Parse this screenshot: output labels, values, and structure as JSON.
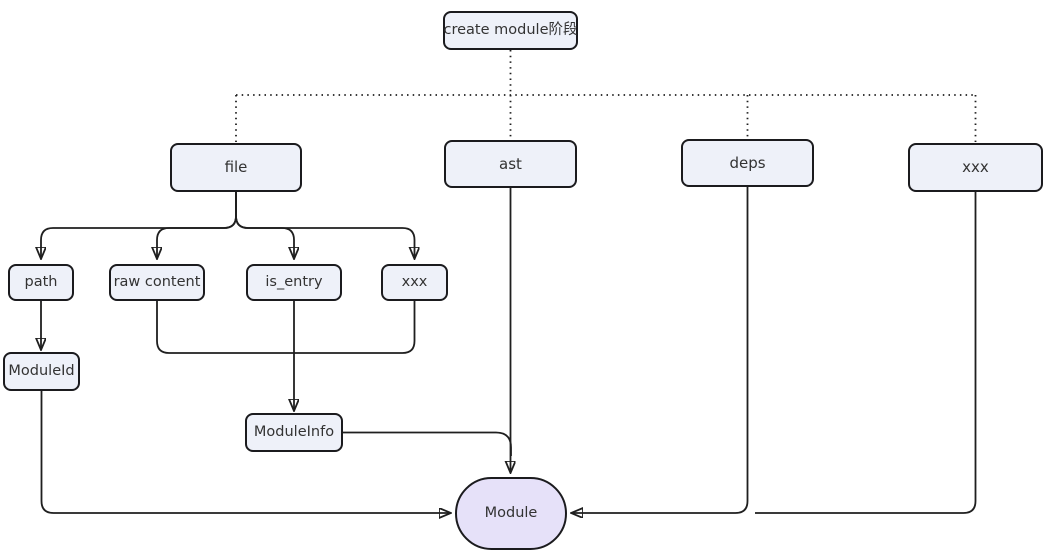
{
  "diagram": {
    "type": "flowchart",
    "direction": "top-down",
    "nodes": [
      {
        "id": "create_module",
        "label": "create module阶段",
        "shape": "rect"
      },
      {
        "id": "file",
        "label": "file",
        "shape": "rect"
      },
      {
        "id": "ast",
        "label": "ast",
        "shape": "rect"
      },
      {
        "id": "deps",
        "label": "deps",
        "shape": "rect"
      },
      {
        "id": "xxx_top",
        "label": "xxx",
        "shape": "rect"
      },
      {
        "id": "path",
        "label": "path",
        "shape": "rect"
      },
      {
        "id": "raw_content",
        "label": "raw content",
        "shape": "rect"
      },
      {
        "id": "is_entry",
        "label": "is_entry",
        "shape": "rect"
      },
      {
        "id": "xxx_child",
        "label": "xxx",
        "shape": "rect"
      },
      {
        "id": "module_id",
        "label": "ModuleId",
        "shape": "rect"
      },
      {
        "id": "module_info",
        "label": "ModuleInfo",
        "shape": "rect"
      },
      {
        "id": "module",
        "label": "Module",
        "shape": "stadium"
      }
    ],
    "edges": [
      {
        "from": "create_module",
        "to": "file",
        "style": "dotted",
        "arrow": false
      },
      {
        "from": "create_module",
        "to": "ast",
        "style": "dotted",
        "arrow": false
      },
      {
        "from": "create_module",
        "to": "deps",
        "style": "dotted",
        "arrow": false
      },
      {
        "from": "create_module",
        "to": "xxx_top",
        "style": "dotted",
        "arrow": false
      },
      {
        "from": "file",
        "to": "path",
        "style": "solid",
        "arrow": true
      },
      {
        "from": "file",
        "to": "raw_content",
        "style": "solid",
        "arrow": true
      },
      {
        "from": "file",
        "to": "is_entry",
        "style": "solid",
        "arrow": true
      },
      {
        "from": "file",
        "to": "xxx_child",
        "style": "solid",
        "arrow": true
      },
      {
        "from": "path",
        "to": "module_id",
        "style": "solid",
        "arrow": true
      },
      {
        "from": "raw_content",
        "to": "module_info",
        "style": "solid",
        "arrow": true
      },
      {
        "from": "is_entry",
        "to": "module_info",
        "style": "solid",
        "arrow": true
      },
      {
        "from": "xxx_child",
        "to": "module_info",
        "style": "solid",
        "arrow": true
      },
      {
        "from": "module_info",
        "to": "module",
        "style": "solid",
        "arrow": true
      },
      {
        "from": "ast",
        "to": "module",
        "style": "solid",
        "arrow": true
      },
      {
        "from": "module_id",
        "to": "module",
        "style": "solid",
        "arrow": true
      },
      {
        "from": "deps",
        "to": "module",
        "style": "solid",
        "arrow": true
      },
      {
        "from": "xxx_top",
        "to": "module",
        "style": "solid",
        "arrow": true
      }
    ],
    "colors": {
      "background": "#ffffff",
      "node_fill": "#eef1f9",
      "node_border": "#1b1b1e",
      "stadium_fill": "#e6e1f9",
      "text": "#333333",
      "line": "#1f1f1f"
    }
  }
}
